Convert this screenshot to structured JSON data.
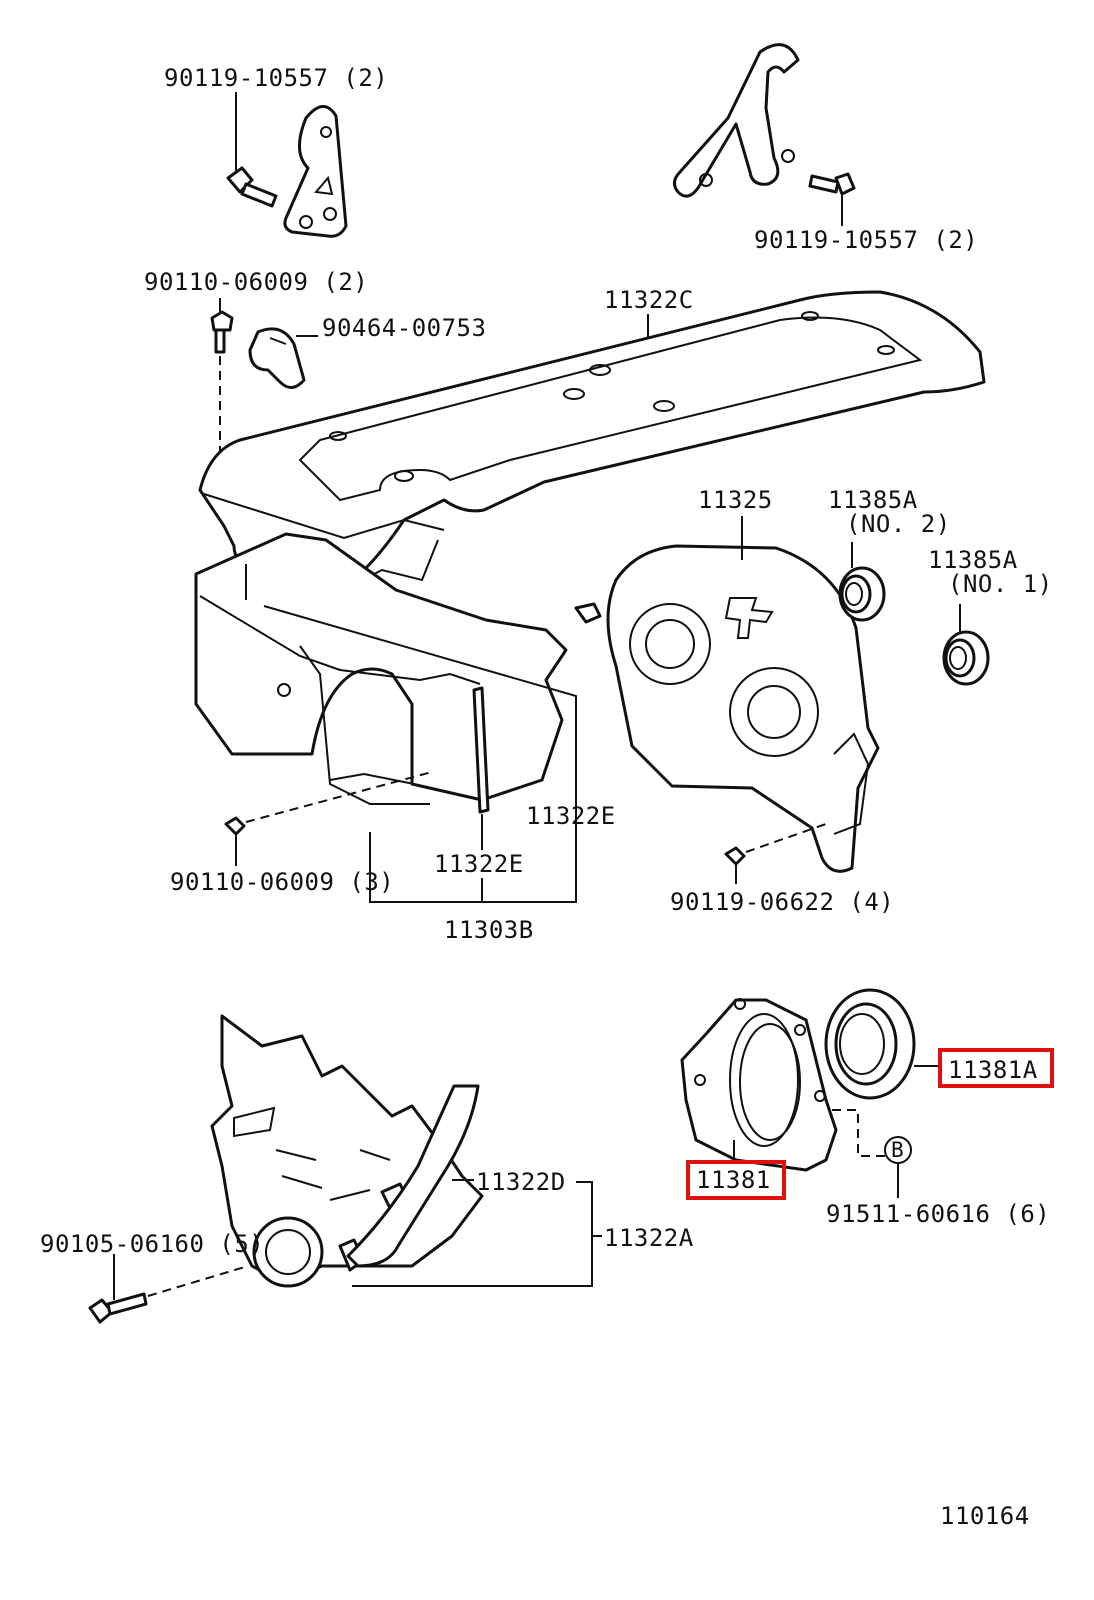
{
  "labels": {
    "bolt_top_left": "90119-10557 (2)",
    "bolt_top_right": "90119-10557 (2)",
    "screw_cover": "90110-06009 (2)",
    "clamp": "90464-00753",
    "cover_no2": "11322C",
    "plate": "11325",
    "seal_no2": "11385A",
    "seal_no2_sub": "(NO. 2)",
    "seal_no1": "11385A",
    "seal_no1_sub": "(NO. 1)",
    "gasket_e_outer": "11322E",
    "gasket_e_inner": "11322E",
    "screw_lower": "90110-06009 (3)",
    "bolt_plate": "90119-06622 (4)",
    "cover_sub_assy": "11303B",
    "retainer_seal": "11381A",
    "retainer": "11381",
    "bolt_retainer": "91511-60616 (6)",
    "ref_b": "B",
    "gasket_d": "11322D",
    "cover_no1": "11322A",
    "bolt_bottom": "90105-06160 (5)",
    "figure_number": "110164"
  },
  "highlight_color": "#e01010"
}
